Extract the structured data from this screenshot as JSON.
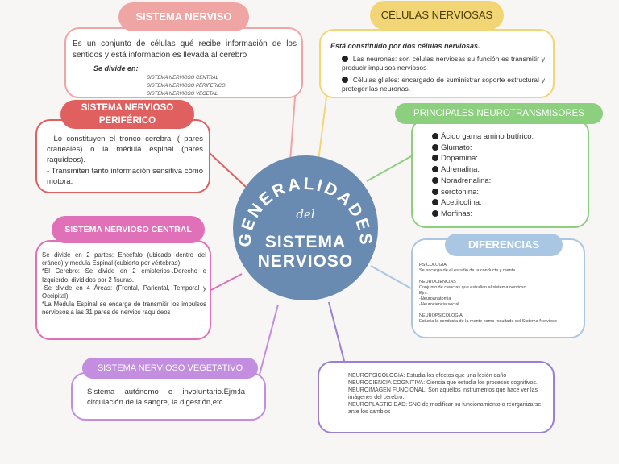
{
  "center": {
    "arc_text": "GENERALIDADES",
    "connector": "del",
    "title_line1": "SISTEMA",
    "title_line2": "NERVIOSO"
  },
  "sistema_nervioso": {
    "title": "SISTEMA NERVISO",
    "body": "Es un conjunto de células qué recibe información de los sentidos y está información es llevada al cerebro",
    "se_divide": "Se divide en:",
    "items": [
      "SISTEMA NERVIOSO CENTRAL",
      "SISTEMA NERVIOSO PERIFERICO",
      "SISTEMA NERVIOSO VEGETAL"
    ],
    "color": "#f0a5a5"
  },
  "celulas": {
    "title": "CÉLULAS NERVIOSAS",
    "intro": "Está constituido por dos células nerviosas.",
    "items": [
      "Las neuronas: son células nerviosas su función es transmitir y producir impulsos nerviosos",
      "Células gliales: encargado de suministrar soporte estructural y proteger las neuronas."
    ],
    "color": "#f2d574"
  },
  "periferico": {
    "title_line1": "SISTEMA NERVIOSO",
    "title_line2": "PERIFÉRICO",
    "lines": [
      "- Lo constituyen el tronco cerebral ( pares craneales) o la médula espinal (pares raquídeos).",
      "-  Transmiten tanto información sensitiva cómo motora."
    ],
    "color": "#e0605f"
  },
  "neurotransmisores": {
    "title": "PRINCIPALES NEUROTRANSMISORES",
    "items": [
      "Ácido gama amino butírico:",
      "Glumato:",
      "Dopamina:",
      "Adrenalina:",
      "Noradrenalina:",
      "serotonina:",
      "Acetilcolina:",
      "Morfinas:"
    ],
    "color": "#8ccf7e"
  },
  "central": {
    "title": "SISTEMA NERVIOSO CENTRAL",
    "lines": [
      "Se divide en 2 partes: Encéfalo (ubicado dentro del cráneo) y medula Espinal (cubierto por vértebras)",
      "*El Cerebro: Se divide en 2 emisferios-.Derecho e Izquierdo, divididos por 2 fisuras.",
      "-Se divide en 4 Áreas: (Frontal, Pariental, Temporal y Occipital)",
      "*La Medula Espinal se encarga de transmitir los impulsos nerviosos a las 31 pares de nervios raquídeos"
    ],
    "color": "#e070b8"
  },
  "diferencias": {
    "title": "DIFERENCIAS",
    "lines": [
      "PSICOLOGIA",
      "Se encarga de el estudio de la conducta y mente",
      "",
      "NEUROCIENCIAS",
      "Conjunto de ciencias que estudian al sistema nervioso",
      "Ejm:",
      "-Neuroanatomia",
      "-Neurociencia social",
      "",
      "NEUROPSICOLOGIA",
      "Estudia la conducta de la mente como resultado del Sistema Nervioso"
    ],
    "color": "#a9c7e2"
  },
  "vegetativo": {
    "title": "SISTEMA NERVIOSO VEGETATIVO",
    "body": "Sistema autónomo e involuntario.Ejm:la circulación de la sangre, la digestión,etc",
    "color": "#c38de0"
  },
  "neuro_box": {
    "lines": [
      "NEUROPSICOLOGIA: Estudia los efectos que una lesión daño",
      "NEUROCIENCIA COGNITIVA: Ciencia que estudia los procesos cognitivos.",
      "NEUROIMAGEN FUNCIONAL: Son aquellos instrumentos que hace ver las imágenes del cerebro.",
      "NEUROPLASTICIDAD: SNC de modificar su funcionamiento o reorganizarse ante los cambios"
    ],
    "color": "#9a7fd6"
  }
}
